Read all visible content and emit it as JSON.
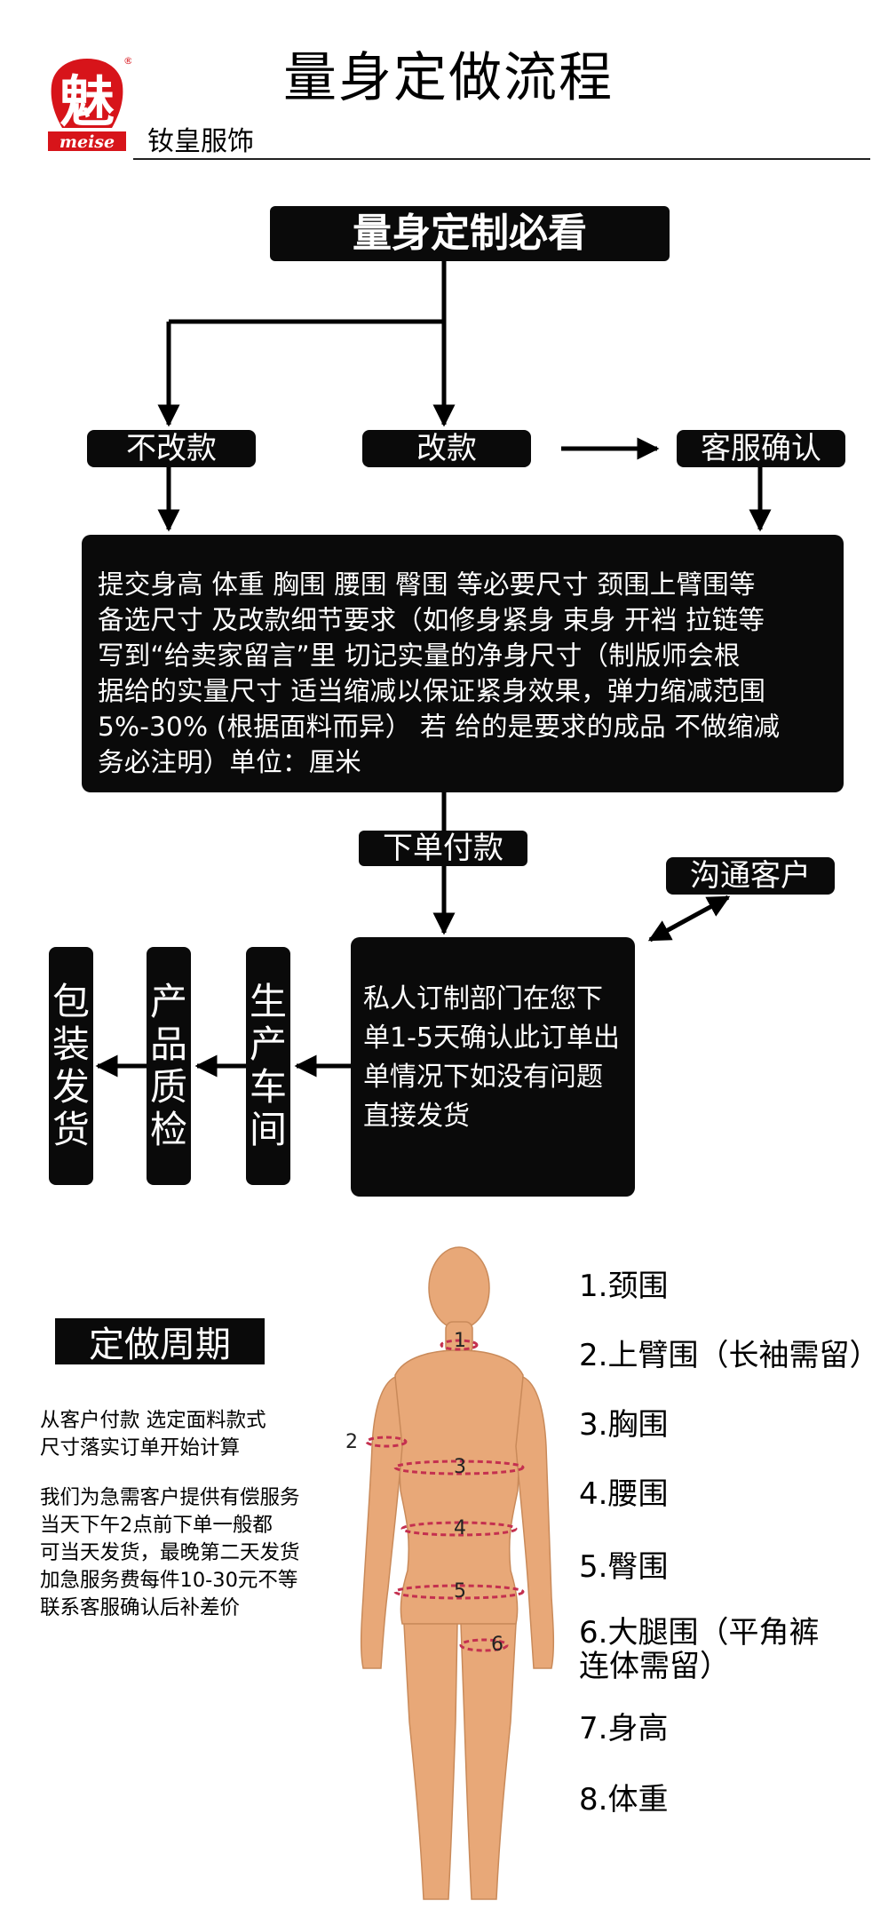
{
  "header": {
    "title": "量身定做流程",
    "brand_name": "钕皇服饰",
    "logo_text": "meise",
    "logo_glyph": "魅",
    "logo_mark": "®"
  },
  "flow": {
    "must_read": "量身定制必看",
    "no_change": "不改款",
    "change": "改款",
    "cs_confirm": "客服确认",
    "instructions": [
      "提交身高 体重 胸围 腰围 臀围  等必要尺寸 颈围上臂围等",
      "备选尺寸 及改款细节要求（如修身紧身 束身 开裆 拉链等",
      "写到“给卖家留言”里 切记实量的净身尺寸（制版师会根",
      "据给的实量尺寸 适当缩减以保证紧身效果，弹力缩减范围",
      "5%-30% (根据面料而异）  若 给的是要求的成品 不做缩减",
      "务必注明）单位：厘米"
    ],
    "pay": "下单付款",
    "contact_customer": "沟通客户",
    "custom_dept": [
      "私人订制部门在您下",
      "单1-5天确认此订单出",
      "单情况下如没有问题",
      "直接发货"
    ],
    "production": [
      "生",
      "产",
      "车",
      "间"
    ],
    "quality": [
      "产",
      "品",
      "质",
      "检"
    ],
    "packing": [
      "包",
      "装",
      "发",
      "货"
    ]
  },
  "cycle": {
    "heading": "定做周期",
    "lines_a": [
      "从客户付款 选定面料款式",
      "尺寸落实订单开始计算"
    ],
    "lines_b": [
      "我们为急需客户提供有偿服务",
      "当天下午2点前下单一般都",
      "可当天发货，最晚第二天发货",
      "加急服务费每件10-30元不等",
      "联系客服确认后补差价"
    ]
  },
  "measurements": [
    "1.颈围",
    "2.上臂围（长袖需留）",
    "3.胸围",
    "4.腰围",
    "5.臀围",
    "6.大腿围（平角裤",
    "连体需留）",
    "7.身高",
    "8.体重"
  ],
  "mannequin_markers": [
    "1",
    "2",
    "3",
    "4",
    "5",
    "6"
  ],
  "colors": {
    "box": "#0a0a0a",
    "logo_red": "#d7141a",
    "skin": "#e8a878",
    "marker": "#c4304f"
  }
}
